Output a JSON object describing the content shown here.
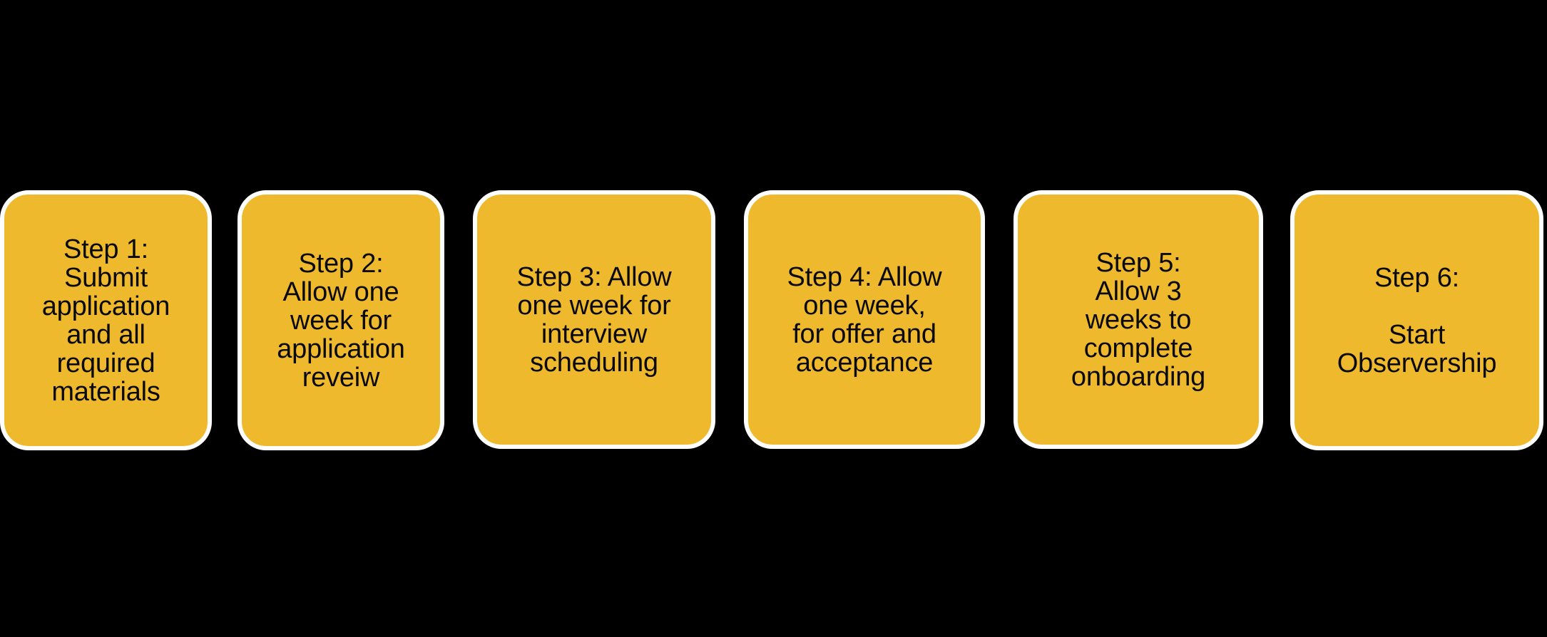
{
  "page": {
    "background_color": "#000000",
    "box_fill_color": "#EFB92E",
    "box_border_color": "#FFFFFF",
    "text_color": "#0A0A0A"
  },
  "flow": {
    "steps": [
      {
        "id": "step-1",
        "label": "Step 1:\nSubmit\napplication\nand all\nrequired\nmaterials"
      },
      {
        "id": "step-2",
        "label": "Step 2:\nAllow one\nweek for\napplication\nreveiw"
      },
      {
        "id": "step-3",
        "label": "Step 3: Allow\none week for\ninterview\nscheduling"
      },
      {
        "id": "step-4",
        "label": "Step 4: Allow\none week,\nfor offer and\nacceptance"
      },
      {
        "id": "step-5",
        "label": "Step 5:\nAllow 3\nweeks to\ncomplete\nonboarding"
      },
      {
        "id": "step-6",
        "label": "Step 6:\n\nStart\nObservership"
      }
    ]
  }
}
